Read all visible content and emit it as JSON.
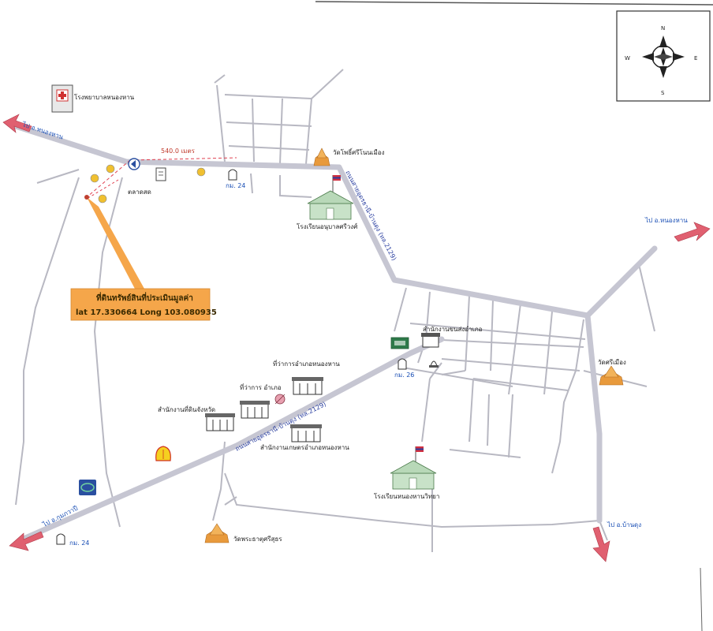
{
  "compass": {
    "n": "N",
    "s": "S",
    "e": "E",
    "w": "W"
  },
  "directions": {
    "northwest": "ไป อ.หนองหาน",
    "east": "ไป อ.หนองหาน",
    "southwest": "ไป อ.กุมภวาปี",
    "southeast": "ไป อ.บ้านดุง"
  },
  "distance_label": "540.0 เมตร",
  "km_markers": [
    "กม. 24",
    "กม. 26",
    "กม. 24"
  ],
  "road_labels": {
    "north": "ถนนสายอุดรธานี-บ้านดุง (ทล.2129)",
    "southwest": "ถนนสายอุดรธานี-บ้านดุง (ทล.2129)"
  },
  "places": {
    "hospital": "โรงพยาบาลหนองหาน",
    "temple_north": "วัดโพธิ์ศรีโนนเมือง",
    "school_north": "โรงเรียนอนุบาลศรีวงศ์",
    "district_office": "ที่ว่าการอำเภอหนองหาน",
    "land_office": "สำนักงานที่ดินจังหวัด",
    "police_office": "ที่ว่าการ อำเภอ",
    "district_court": "สำนักงานขนส่งอำเภอ",
    "agri_office": "สำนักงานเกษตรอำเภอหนองหาน",
    "temple_east": "วัดศรีเมือง",
    "school_south": "โรงเรียนหนองหานวิทยา",
    "temple_south": "วัดพระธาตุศรีสุธร",
    "market": "ตลาดสด"
  },
  "callout": {
    "title": "ที่ดินทรัพย์สินที่ประเมินมูลค่า",
    "coords": "lat 17.330664 Long 103.080935"
  },
  "colors": {
    "road": "#c6c6d2",
    "minor_road": "#b8b8c2",
    "arrow": "#e06070",
    "callout_bg": "#f5a64a",
    "temple": "#e89a3c",
    "school": "#b8d8b8"
  }
}
